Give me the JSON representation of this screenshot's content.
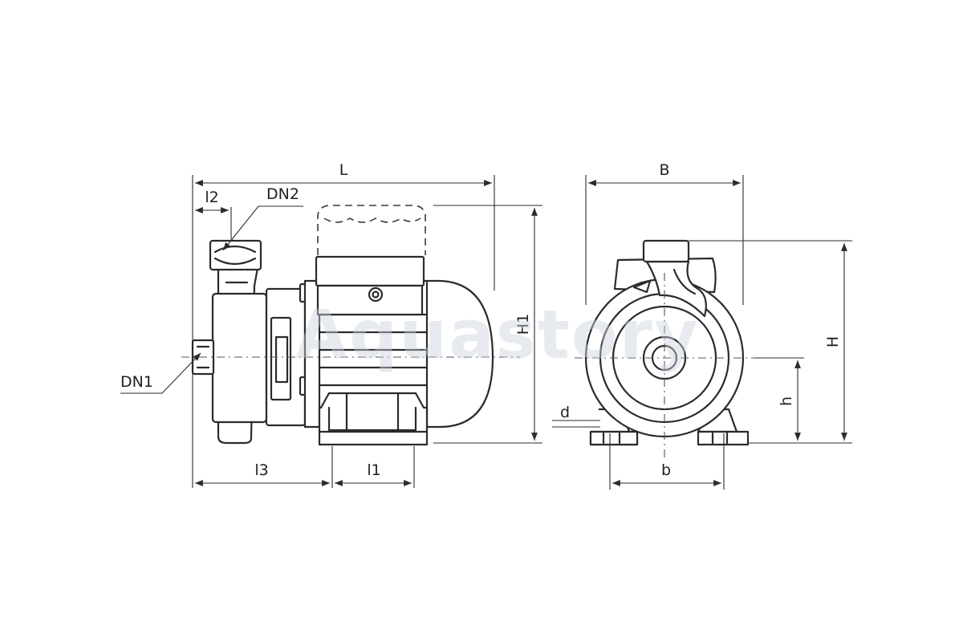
{
  "watermark": "Aquastory",
  "side_view": {
    "labels": {
      "L": "L",
      "l2": "l2",
      "DN2": "DN2",
      "DN1": "DN1",
      "H1": "H1",
      "l3": "l3",
      "l1": "l1"
    }
  },
  "front_view": {
    "labels": {
      "B": "B",
      "H": "H",
      "h": "h",
      "d": "d",
      "b": "b"
    }
  }
}
